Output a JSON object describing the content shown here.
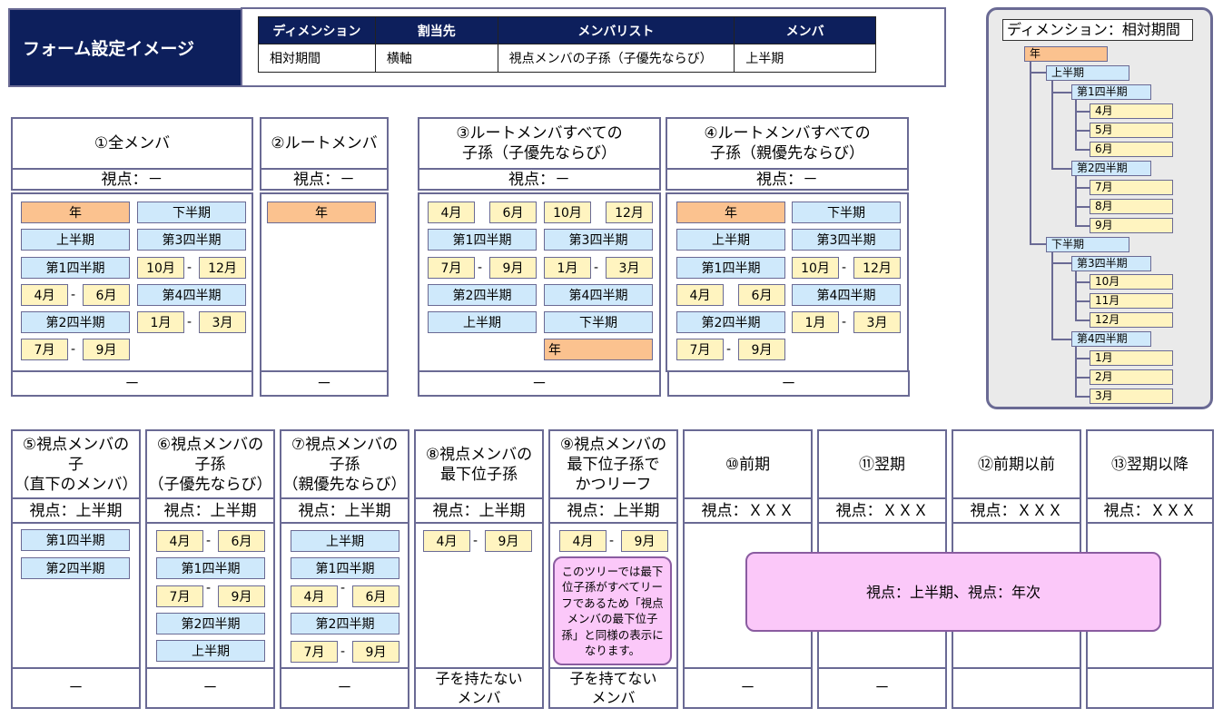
{
  "title": "フォーム設定イメージ",
  "header_table": {
    "columns": [
      "ディメンション",
      "割当先",
      "メンバリスト",
      "メンバ"
    ],
    "row": [
      "相対期間",
      "横軸",
      "視点メンバの子孫（子優先ならび）",
      "上半期"
    ]
  },
  "tree": {
    "title": "ディメンション：相対期間",
    "year": "年",
    "h1": "上半期",
    "q1": "第1四半期",
    "m4": "4月",
    "m5": "5月",
    "m6": "6月",
    "q2": "第2四半期",
    "m7": "7月",
    "m8": "8月",
    "m9": "9月",
    "h2": "下半期",
    "q3": "第3四半期",
    "m10": "10月",
    "m11": "11月",
    "m12": "12月",
    "q4": "第4四半期",
    "m1": "1月",
    "m2": "2月",
    "m3": "3月"
  },
  "top": {
    "c1": {
      "title": "①全メンバ",
      "viewpoint": "視点：－",
      "footer": "－"
    },
    "c2": {
      "title": "②ルートメンバ",
      "viewpoint": "視点：－",
      "footer": "－"
    },
    "c3": {
      "title1": "③ルートメンバすべての",
      "title2": "子孫（子優先ならび）",
      "viewpoint": "視点：－",
      "footer": "－"
    },
    "c4": {
      "title1": "④ルートメンバすべての",
      "title2": "子孫（親優先ならび）",
      "viewpoint": "視点：－",
      "footer": "－"
    }
  },
  "bottom": {
    "c5": {
      "title1": "⑤視点メンバの",
      "title2": "子",
      "title3": "（直下のメンバ）",
      "viewpoint": "視点：上半期",
      "footer": "－"
    },
    "c6": {
      "title1": "⑥視点メンバの",
      "title2": "子孫",
      "title3": "（子優先ならび）",
      "viewpoint": "視点：上半期",
      "footer": "－"
    },
    "c7": {
      "title1": "⑦視点メンバの",
      "title2": "子孫",
      "title3": "（親優先ならび）",
      "viewpoint": "視点：上半期",
      "footer": "－"
    },
    "c8": {
      "title1": "⑧視点メンバの",
      "title2": "最下位子孫",
      "viewpoint": "視点：上半期",
      "footer1": "子を持たない",
      "footer2": "メンバ"
    },
    "c9": {
      "title1": "⑨視点メンバの",
      "title2": "最下位子孫で",
      "title3": "かつリーフ",
      "viewpoint": "視点：上半期",
      "footer1": "子を持てない",
      "footer2": "メンバ"
    },
    "c10": {
      "title": "⑩前期",
      "viewpoint": "視点：ＸＸＸ",
      "footer": "－"
    },
    "c11": {
      "title": "⑪翌期",
      "viewpoint": "視点：ＸＸＸ",
      "footer": "－"
    },
    "c12": {
      "title": "⑫前期以前",
      "viewpoint": "視点：ＸＸＸ"
    },
    "c13": {
      "title": "⑬翌期以降",
      "viewpoint": "視点：ＸＸＸ"
    }
  },
  "note9": [
    "このツリーでは最下",
    "位子孫がすべてリー",
    "フであるため「視点",
    "メンバの最下位子",
    "孫」と同様の表示に",
    "なります。"
  ],
  "note_big": "視点：上半期、視点：年次",
  "members": {
    "year": "年",
    "h1": "上半期",
    "h2": "下半期",
    "q1": "第1四半期",
    "q2": "第2四半期",
    "q3": "第3四半期",
    "q4": "第4四半期",
    "m1": "1月",
    "m3": "3月",
    "m4": "4月",
    "m6": "6月",
    "m7": "7月",
    "m9": "9月",
    "m10": "10月",
    "m12": "12月",
    "dash": "-"
  },
  "colors": {
    "navy": "#0d1f5c",
    "border": "#6a6a94",
    "yellow": "#fff4c0",
    "blue": "#cfe9fb",
    "orange": "#fbc28f",
    "pink": "#fbc8f9"
  }
}
